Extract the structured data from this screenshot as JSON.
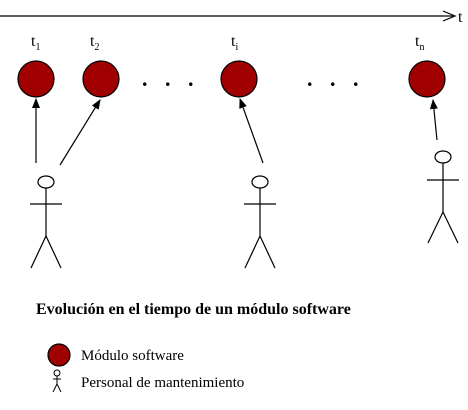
{
  "axis": {
    "label": "t"
  },
  "modules": [
    {
      "label": "t",
      "subscript": "1"
    },
    {
      "label": "t",
      "subscript": "2"
    },
    {
      "label": "t",
      "subscript": "i"
    },
    {
      "label": "t",
      "subscript": "n"
    }
  ],
  "ellipsis": ". . .",
  "caption": "Evolución en el tiempo de un módulo software",
  "legend": {
    "module_label": "Módulo software",
    "person_label": "Personal de mantenimiento"
  },
  "colors": {
    "module_fill": "#a00000",
    "module_stroke": "#000000",
    "line": "#000000"
  }
}
